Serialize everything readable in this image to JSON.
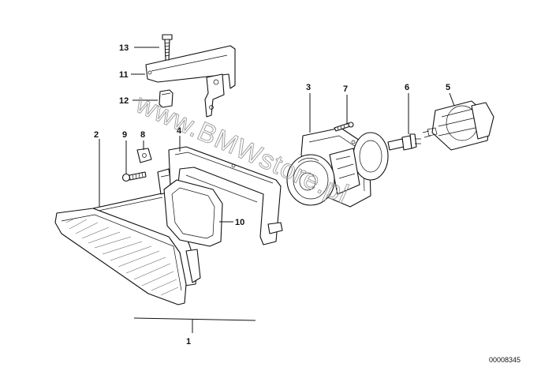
{
  "callouts": {
    "c1": "1",
    "c2": "2",
    "c3": "3",
    "c4": "4",
    "c5": "5",
    "c6": "6",
    "c7": "7",
    "c8": "8",
    "c9": "9",
    "c10": "10",
    "c11": "11",
    "c12": "12",
    "c13": "13"
  },
  "watermark": "www.BMWstore.pl",
  "diagram_number": "00008345"
}
